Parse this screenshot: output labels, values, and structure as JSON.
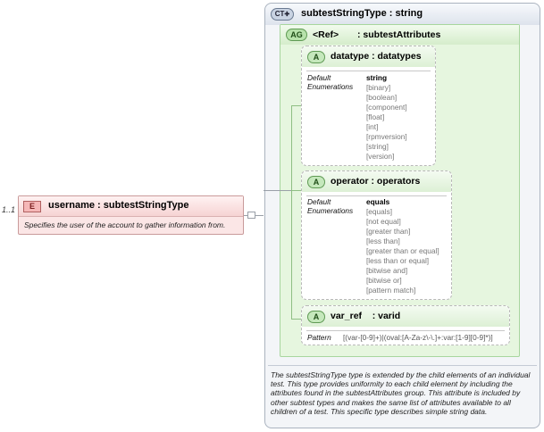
{
  "element": {
    "multiplicity": "1..1",
    "badge": "E",
    "title": "username : subtestStringType",
    "documentation": "Specifies the user of the account to gather information from."
  },
  "complex_type": {
    "badge": "CT",
    "title": "subtestStringType : string",
    "documentation": "The subtestStringType type is extended by the child elements of an individual test.  This type provides uniformity to each child element by including the attributes found in the subtestAttributes group.  This attribute is included by other subtest types and makes the same list of attributes available to all children of a test.  This specific type describes simple string data."
  },
  "attribute_group": {
    "badge": "AG",
    "ref": "<Ref>",
    "name": ": subtestAttributes"
  },
  "attributes": [
    {
      "badge": "A",
      "title": "datatype : datatypes",
      "default_label": "Default",
      "enum_label": "Enumerations",
      "default": "string",
      "enumerations": [
        "[binary]",
        "[boolean]",
        "[component]",
        "[float]",
        "[int]",
        "[rpmversion]",
        "[string]",
        "[version]"
      ]
    },
    {
      "badge": "A",
      "title": "operator : operators",
      "default_label": "Default",
      "enum_label": "Enumerations",
      "default": "equals",
      "enumerations": [
        "[equals]",
        "[not equal]",
        "[greater than]",
        "[less than]",
        "[greater than or equal]",
        "[less than or equal]",
        "[bitwise and]",
        "[bitwise or]",
        "[pattern match]"
      ]
    },
    {
      "badge": "A",
      "title": "var_ref    : varid",
      "pattern_label": "Pattern",
      "pattern": "[(var-[0-9]+)|(oval:[A-Za-z\\-\\.]+:var:[1-9][0-9]*)]"
    }
  ]
}
